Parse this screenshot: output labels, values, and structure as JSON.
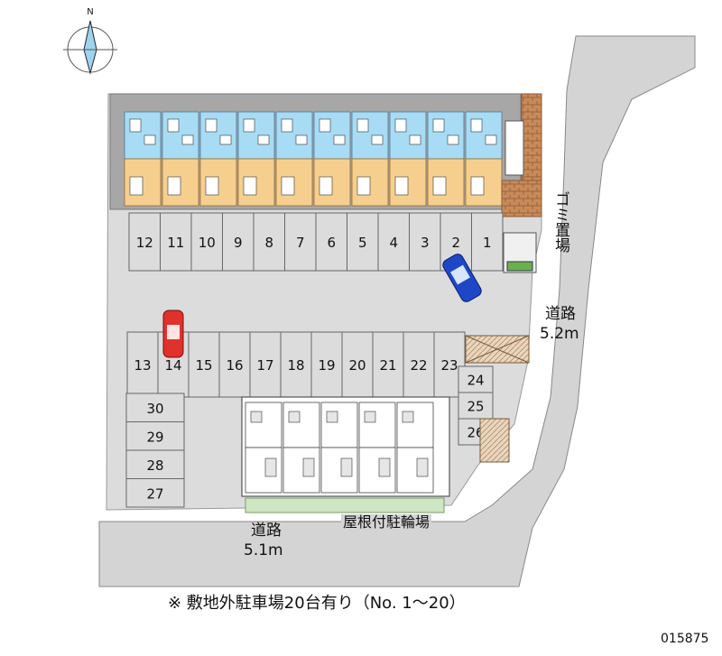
{
  "compass": {
    "north_label": "N",
    "icon": "compass-rose-icon"
  },
  "roads": {
    "east": {
      "name": "道路",
      "width": "5.2m"
    },
    "south": {
      "name": "道路",
      "width": "5.1m"
    }
  },
  "labels": {
    "garbage": "ゴミ置場",
    "bike_parking": "屋根付駐輪場"
  },
  "parking_spaces": {
    "row_top": [
      "12",
      "11",
      "10",
      "9",
      "8",
      "7",
      "6",
      "5",
      "4",
      "3",
      "2",
      "1"
    ],
    "row_middle": [
      "13",
      "14",
      "15",
      "16",
      "17",
      "18",
      "19",
      "20",
      "21",
      "22",
      "23"
    ],
    "row_left": [
      "30",
      "29",
      "28",
      "27"
    ],
    "row_right": [
      "24",
      "25",
      "26"
    ]
  },
  "note": "※ 敷地外駐車場20台有り（No. 1〜20）",
  "map_code": "015875",
  "colors": {
    "building_blue": "#a8dcf5",
    "building_orange": "#f6cf8f",
    "roof_gray": "#a7a7a7",
    "road_gray": "#d4d4d4",
    "lot_gray": "#dcdcdc",
    "brick": "#c98a5a",
    "car_blue": "#1e47c8",
    "car_red": "#e0312b"
  }
}
